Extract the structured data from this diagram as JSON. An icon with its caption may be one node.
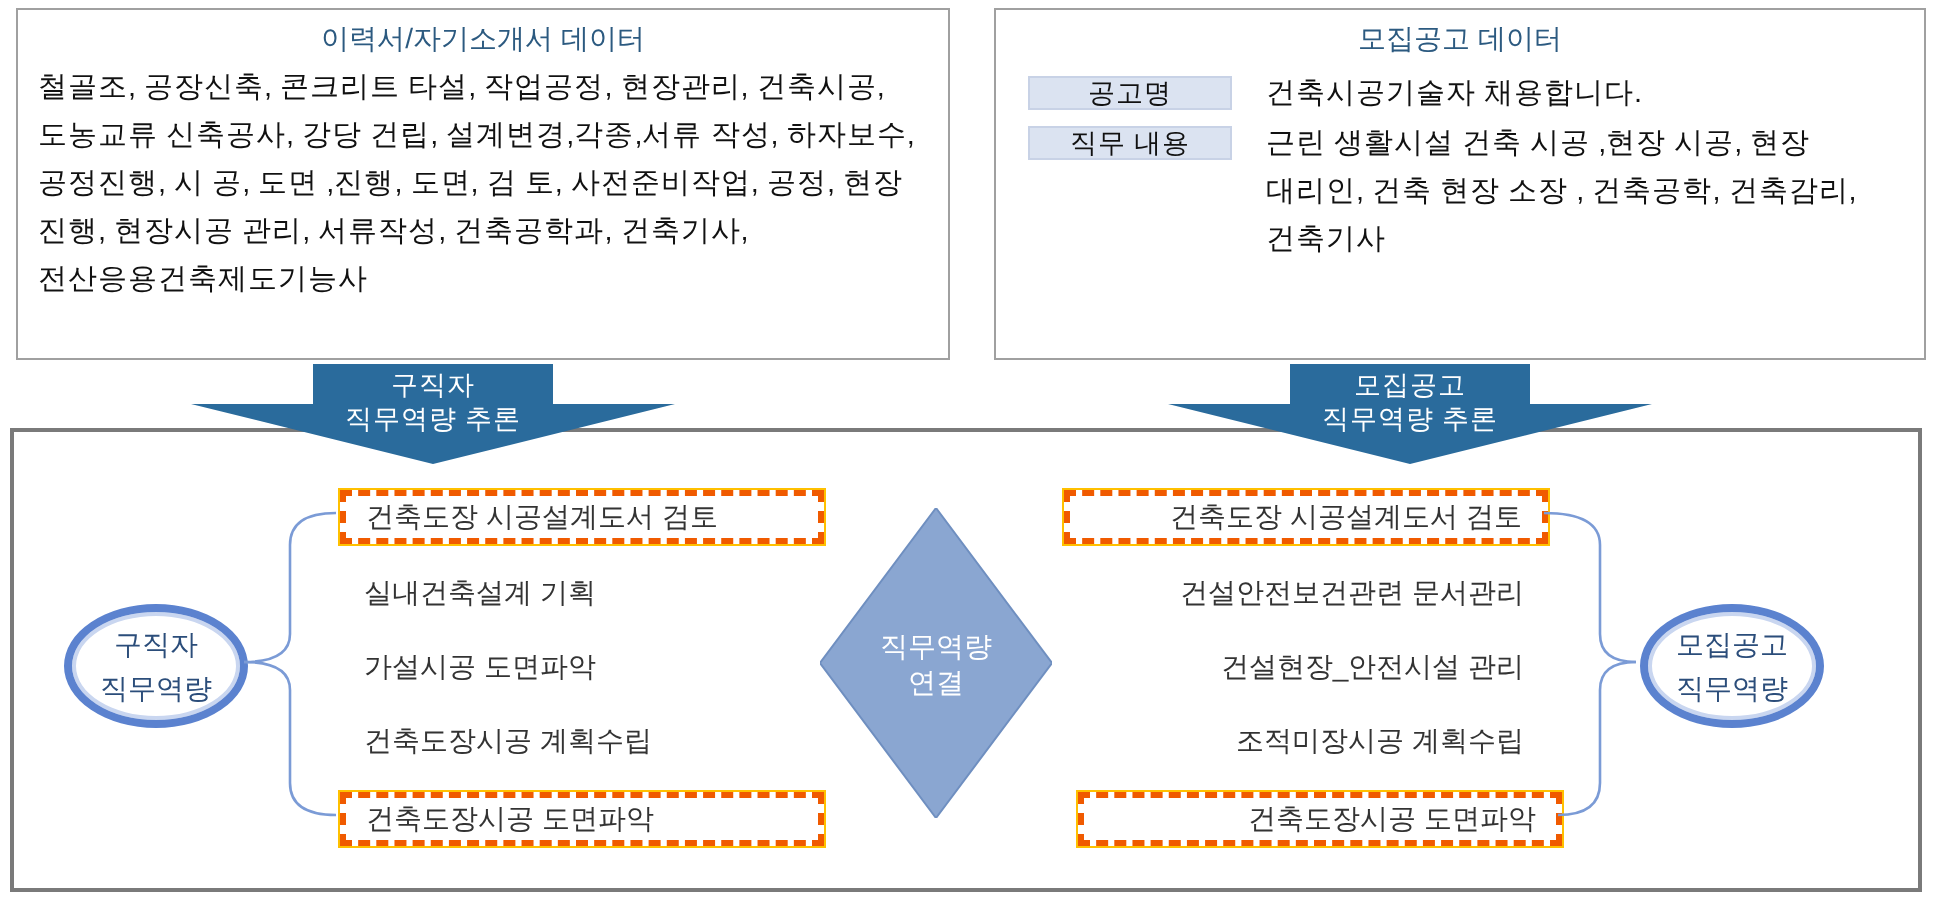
{
  "diagram": {
    "nodes": [
      {
        "text": [
          "이력서/자기소개서 데이터",
          "철골조, 공장신축, 콘크리트 타설, 작업공정, 현장관리, 건축시공, 도농교류 신축공사, 강당 건립, 설계변경,각종,서류 작성, 하자보수, 공정진행, 시 공, 도면 ,진행, 도면, 검 토, 사전준비작업, 공정, 현장 진행, 현장시공 관리, 서류작성, 건축공학과, 건축기사, 전산응용건축제도기능사"
        ]
      },
      {
        "text": [
          "모집공고 데이터"
        ]
      },
      {
        "text": [
          "공고명"
        ],
        "in": 1,
        "beside": [
          "건축시공기술자 채용합니다."
        ]
      },
      {
        "text": [
          "직무 내용"
        ],
        "in": 1,
        "beside": [
          "근린 생활시설 건축 시공 ,현장 시공, 현장 대리인, 건축 현장 소장 , 건축공학, 건축감리, 건축기사"
        ]
      },
      {
        "text": [],
        "shape": "box"
      },
      {
        "text": [
          "구직자 직무역량"
        ],
        "in": 4
      },
      {
        "text": [
          "건축도장 시공설계도서 검토"
        ],
        "in": 4
      },
      {
        "text": [
          "건축도장시공 도면파악"
        ],
        "in": 4
      },
      {
        "text": [
          "직무역량 연결"
        ],
        "in": 4
      },
      {
        "text": [
          "건축도장 시공설계도서 검토"
        ],
        "in": 4
      },
      {
        "text": [
          "건축도장시공 도면파악"
        ],
        "in": 4
      },
      {
        "text": [
          "모집공고 직무역량"
        ],
        "in": 4
      }
    ],
    "edges": [
      {
        "from": 0,
        "to": 4,
        "arrow": "to",
        "label": "구직자 직무역량 추론"
      },
      {
        "from": 1,
        "to": 4,
        "arrow": "to",
        "label": "모집공고 직무역량 추론"
      },
      {
        "from": 5,
        "to": 6,
        "arrow": "none"
      },
      {
        "from": 5,
        "to": 7,
        "arrow": "none"
      },
      {
        "from": 11,
        "to": 9,
        "arrow": "none"
      },
      {
        "from": 11,
        "to": 10,
        "arrow": "none"
      }
    ],
    "labels": [
      "실내건축설계 기획",
      "가설시공 도면파악",
      "건축도장시공 계획수립",
      "건설안전보건관련 문서관리",
      "건설현장_안전시설 관리",
      "조적미장시공 계획수립"
    ]
  }
}
